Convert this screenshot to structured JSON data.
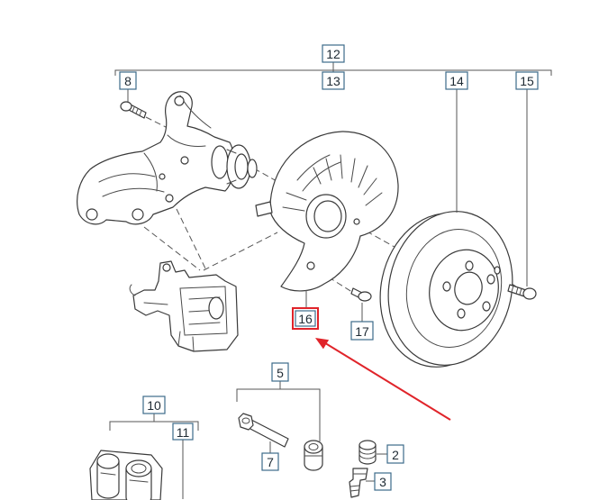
{
  "callouts": {
    "c2": "2",
    "c3": "3",
    "c5": "5",
    "c7": "7",
    "c8": "8",
    "c10": "10",
    "c11": "11",
    "c12": "12",
    "c13": "13",
    "c14": "14",
    "c15": "15",
    "c16": "16",
    "c17": "17"
  },
  "colors": {
    "callout_border": "#3d6b8a",
    "highlight": "#e0242a",
    "line": "#3a3a3a"
  }
}
